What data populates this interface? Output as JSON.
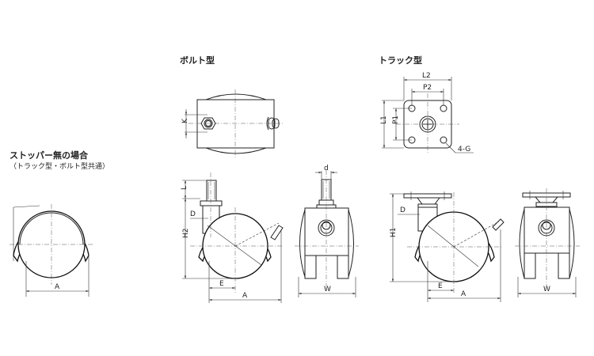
{
  "titles": {
    "bolt_type": "ボルト型",
    "track_type": "トラック型",
    "no_stopper": "ストッパー無の場合",
    "no_stopper_sub": "（トラック型・ボルト型共通）"
  },
  "dimensions": {
    "A": "A",
    "K": "K",
    "L": "L",
    "L1": "L1",
    "L2": "L2",
    "P1": "P1",
    "P2": "P2",
    "G": "4-G",
    "D": "D",
    "E": "E",
    "H1": "H1",
    "H2": "H2",
    "W": "W",
    "d": "d"
  }
}
